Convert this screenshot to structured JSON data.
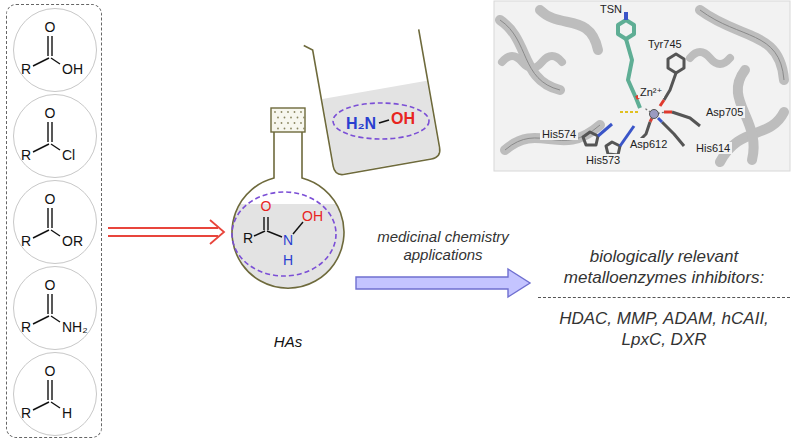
{
  "diagram": {
    "nodes": [
      {
        "text": []
      },
      {
        "text": [
          "O",
          "R",
          "OH"
        ],
        "in": 0
      },
      {
        "text": [
          "O",
          "R",
          "Cl"
        ],
        "in": 0
      },
      {
        "text": [
          "O",
          "R",
          "OR"
        ],
        "in": 0
      },
      {
        "text": [
          "O",
          "R",
          "NH₂"
        ],
        "in": 0
      },
      {
        "text": [
          "O",
          "R",
          "H"
        ],
        "in": 0
      },
      {
        "text": [
          "O",
          "R",
          "N",
          "H",
          "OH",
          "HAs"
        ]
      },
      {
        "text": [
          "H₂N",
          "OH"
        ]
      },
      {
        "text": [
          "biologically relevant metalloenzymes inhibitors:",
          "HDAC, MMP, ADAM, hCAII, LpxC, DXR"
        ]
      }
    ],
    "edges": [
      {
        "from": 0,
        "to": 6,
        "arrow": "to"
      },
      {
        "from": 6,
        "to": 8,
        "label": "medicinal chemistry applications",
        "arrow": "to"
      }
    ],
    "labels": [
      "TSN",
      "Tyr745",
      "Zn²⁺",
      "Asp705",
      "His574",
      "His573",
      "Asp612",
      "His614"
    ]
  }
}
